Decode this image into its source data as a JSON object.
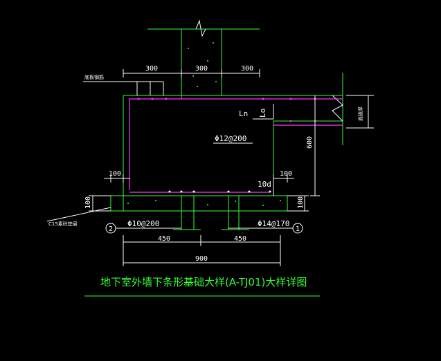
{
  "drawing": {
    "title": "地下室外墙下条形基础大样(A-TJ01)大样详图",
    "colors": {
      "background": "#000000",
      "outline": "#33ff33",
      "rebar": "#ff33ff",
      "dimension": "#ffffff",
      "title": "#33ff33"
    },
    "dimensions": {
      "top_left": "300",
      "top_mid": "300",
      "top_right": "300",
      "side_height": "600",
      "left_cover": "100",
      "right_cover": "100",
      "left_slab": "100",
      "right_slab": "100",
      "bottom_left": "450",
      "bottom_right": "450",
      "bottom_total": "900",
      "anchor_10d": "10d"
    },
    "rebars": {
      "middle": "Φ12@200",
      "bottom_left": "Φ10@200",
      "bottom_right": "Φ14@170",
      "lap_ln": "Ln",
      "lap_lo": "Lo"
    },
    "callouts": {
      "marker_1": "1",
      "marker_2": "2",
      "top_label": "底板钢筋",
      "side_label": "底板厚",
      "cushion_label": "C15素砼垫层"
    }
  }
}
